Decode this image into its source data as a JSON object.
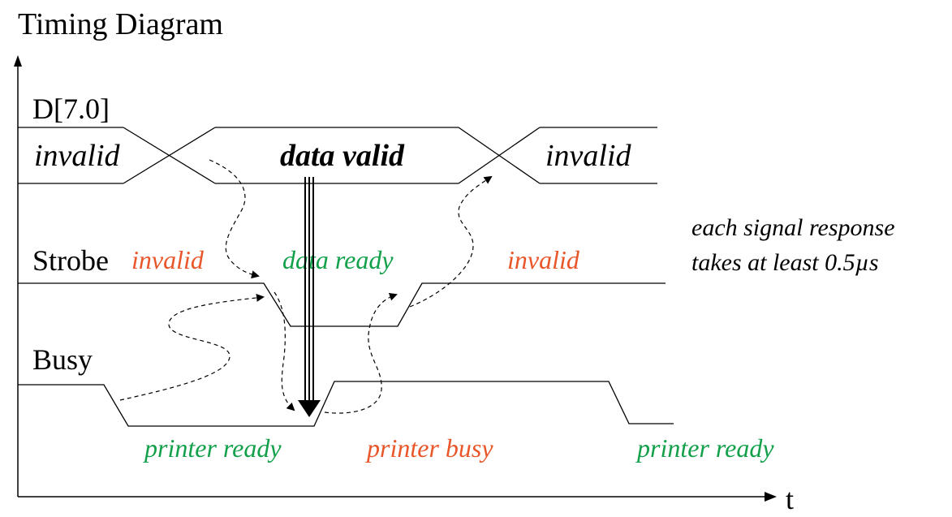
{
  "title": "Timing Diagram",
  "axis": {
    "x_label": "t"
  },
  "signals": {
    "data": {
      "name": "D[7.0]",
      "states": [
        "invalid",
        "data valid",
        "invalid"
      ]
    },
    "strobe": {
      "name": "Strobe",
      "states": [
        "invalid",
        "data ready",
        "invalid"
      ]
    },
    "busy": {
      "name": "Busy",
      "states": [
        "printer ready",
        "printer busy",
        "printer ready"
      ]
    }
  },
  "note": {
    "line1": "each signal response",
    "line2": "takes at least 0.5µs"
  },
  "colors": {
    "ink": "#000000",
    "invalid": "#e8562a",
    "ready": "#12a04a",
    "busy": "#e8562a"
  }
}
